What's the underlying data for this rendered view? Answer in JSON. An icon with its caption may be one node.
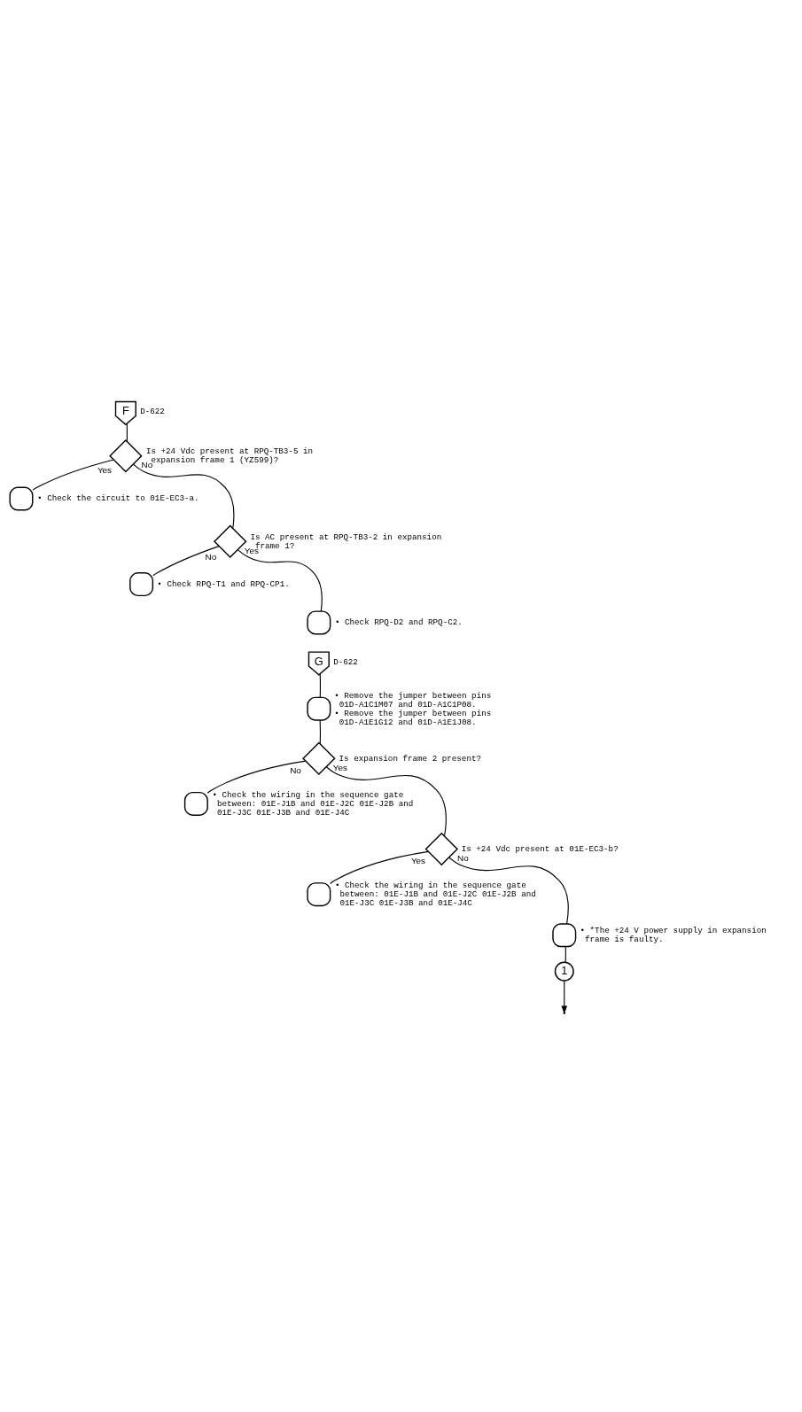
{
  "diagram": {
    "nodes": [
      {
        "text": [
          "F"
        ],
        "beside": [
          "D-622"
        ]
      },
      {
        "text": [],
        "shape": "diamond",
        "beside": [
          "Is +24 Vdc present at RPQ-TB3-5 in expansion frame 1 (YZ599)?"
        ]
      },
      {
        "text": [],
        "shape": "box",
        "beside": [
          "• Check the circuit to 01E-EC3-a."
        ]
      },
      {
        "text": [],
        "shape": "diamond",
        "beside": [
          "Is AC present at RPQ-TB3-2 in expansion frame 1?"
        ]
      },
      {
        "text": [],
        "shape": "box",
        "beside": [
          "• Check RPQ-T1 and RPQ-CP1."
        ]
      },
      {
        "text": [],
        "shape": "box",
        "beside": [
          "• Check RPQ-D2 and RPQ-C2."
        ]
      },
      {
        "text": [
          "G"
        ],
        "beside": [
          "D-622"
        ]
      },
      {
        "text": [],
        "shape": "box",
        "beside": [
          "• Remove the jumper between pins 01D-A1C1M07 and 01D-A1C1P08.",
          "• Remove the jumper between pins 01D-A1E1G12 and 01D-A1E1J08."
        ]
      },
      {
        "text": [],
        "shape": "diamond",
        "beside": [
          "Is expansion frame 2 present?"
        ]
      },
      {
        "text": [],
        "shape": "box",
        "beside": [
          "• Check the wiring in the sequence gate between: 01E-J1B and 01E-J2C 01E-J2B and 01E-J3C 01E-J3B and 01E-J4C"
        ]
      },
      {
        "text": [],
        "shape": "diamond",
        "beside": [
          "Is +24 Vdc present at 01E-EC3-b?"
        ]
      },
      {
        "text": [],
        "shape": "box",
        "beside": [
          "• Check the wiring in the sequence gate between: 01E-J1B and 01E-J2C 01E-J2B and 01E-J3C 01E-J3B and 01E-J4C"
        ]
      },
      {
        "text": [],
        "shape": "box",
        "beside": [
          "• *The +24 V power supply in expansion frame is faulty."
        ]
      },
      {
        "text": [
          "1"
        ]
      }
    ],
    "edges": [
      {
        "from": 0,
        "to": 1,
        "arrow": "none"
      },
      {
        "from": 1,
        "to": 2,
        "arrow": "none",
        "label": "Yes"
      },
      {
        "from": 1,
        "to": 3,
        "arrow": "none",
        "label": "No"
      },
      {
        "from": 3,
        "to": 5,
        "arrow": "none",
        "label": "Yes"
      },
      {
        "from": 3,
        "to": 4,
        "arrow": "none",
        "label": "No"
      },
      {
        "from": 6,
        "to": 7,
        "arrow": "none"
      },
      {
        "from": 7,
        "to": 8,
        "arrow": "none"
      },
      {
        "from": 8,
        "to": 10,
        "arrow": "none",
        "label": "Yes"
      },
      {
        "from": 8,
        "to": 9,
        "arrow": "none",
        "label": "No"
      },
      {
        "from": 10,
        "to": 12,
        "arrow": "none",
        "label": "No"
      },
      {
        "from": 10,
        "to": 11,
        "arrow": "none",
        "label": "Yes"
      },
      {
        "from": 12,
        "to": 13,
        "arrow": "none"
      },
      {
        "from": 13,
        "to": null,
        "arrow": "to"
      }
    ]
  }
}
